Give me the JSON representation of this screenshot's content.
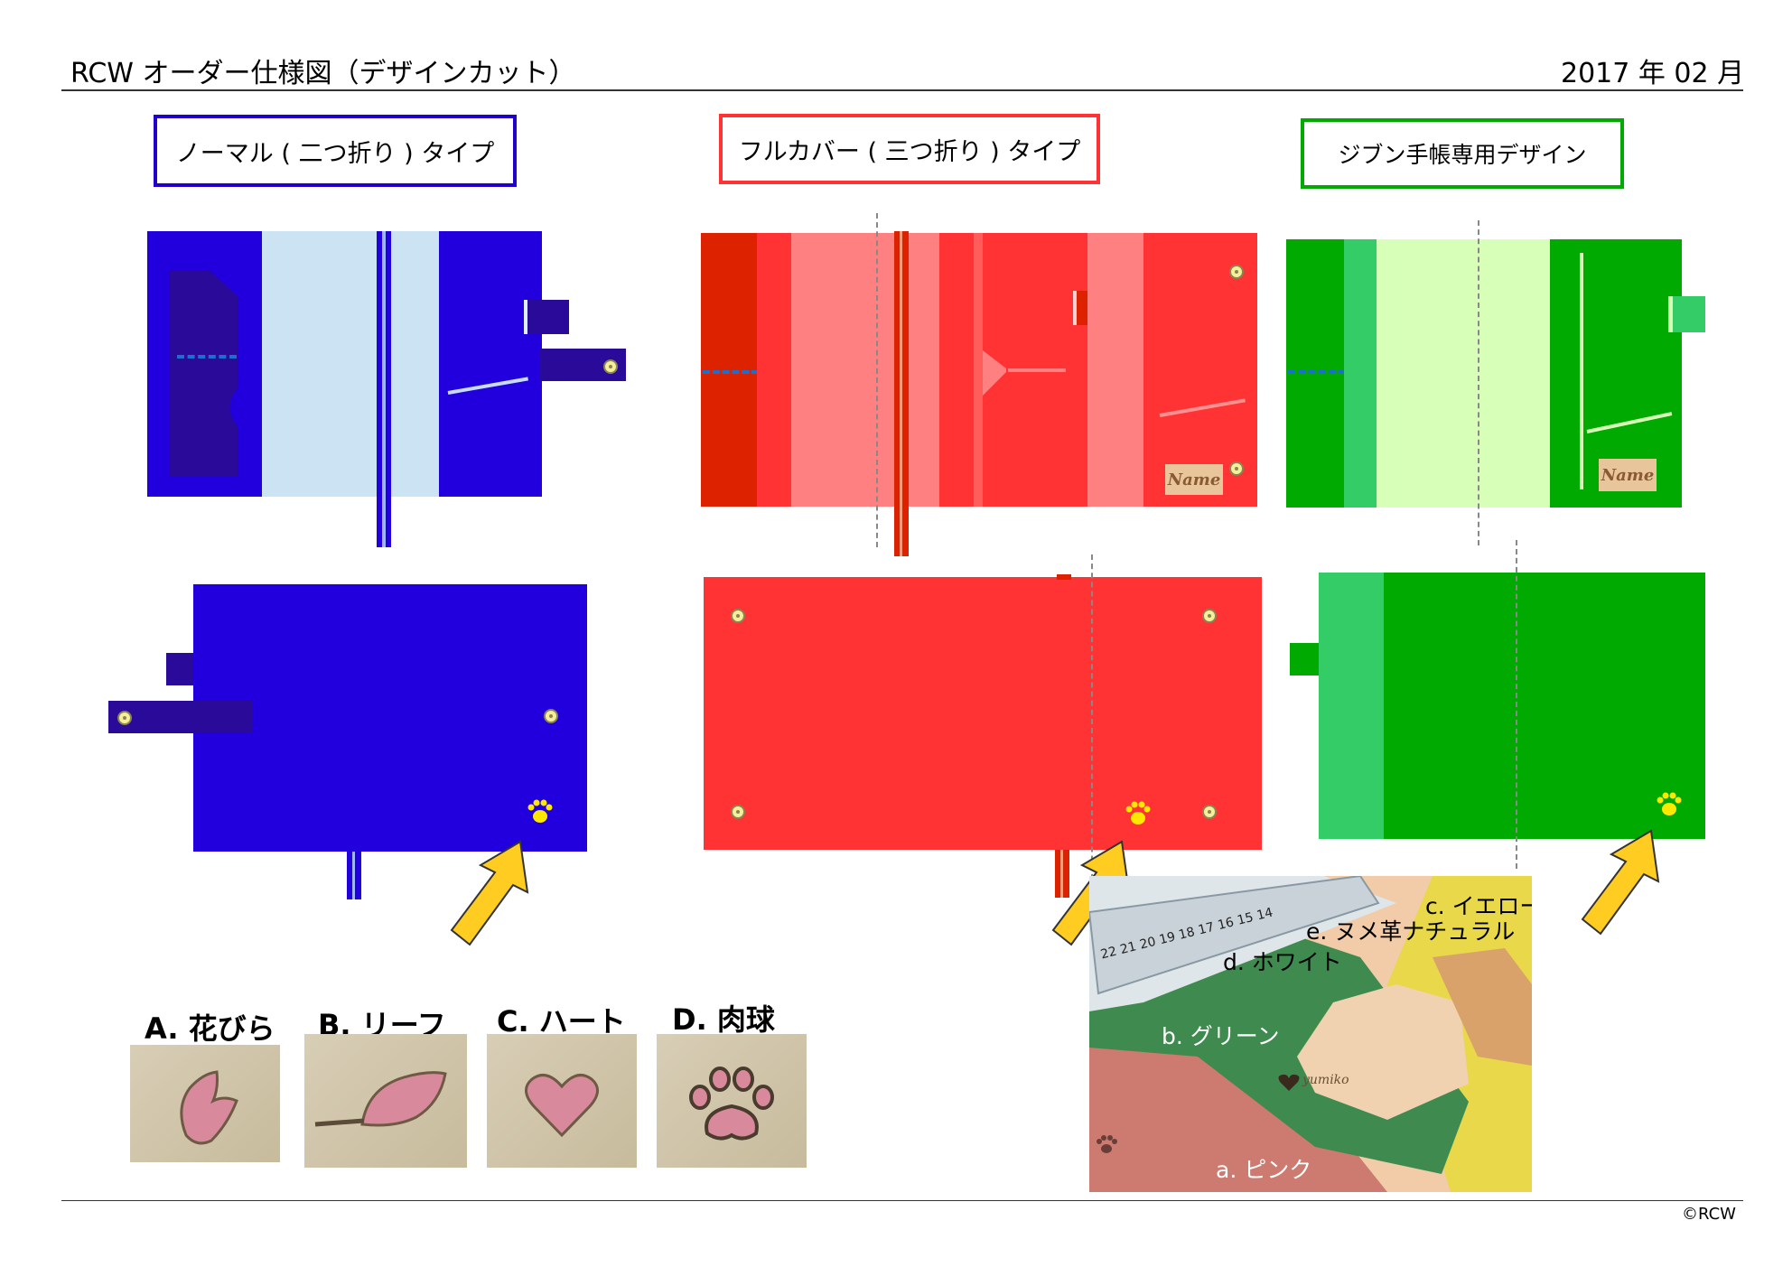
{
  "header": {
    "title": "RCW オーダー仕様図（デザインカット）",
    "date": "2017 年 02 月"
  },
  "types": {
    "normal": {
      "label": "ノーマル ( 二つ折り ) タイプ",
      "color": "#2200dd"
    },
    "fullcover": {
      "label": "フルカバー ( 三つ折り ) タイプ",
      "color": "#ff3333"
    },
    "jibun": {
      "label": "ジブン手帳専用デザイン",
      "color": "#00aa00"
    }
  },
  "name_tag": "Name",
  "cuts": [
    {
      "label": "A. 花びら"
    },
    {
      "label": "B. リーフ"
    },
    {
      "label": "C. ハート"
    },
    {
      "label": "D. 肉球"
    }
  ],
  "photo": {
    "labels": {
      "yellow": "c. イエロー",
      "natural": "e. ヌメ革ナチュラル",
      "white": "d. ホワイト",
      "green": "b. グリーン",
      "pink": "a. ピンク"
    },
    "ruler_numbers": "22 21 20 19 18 17 16 15 14",
    "stamp": "yumiko"
  },
  "footer": {
    "copyright": "©RCW"
  }
}
